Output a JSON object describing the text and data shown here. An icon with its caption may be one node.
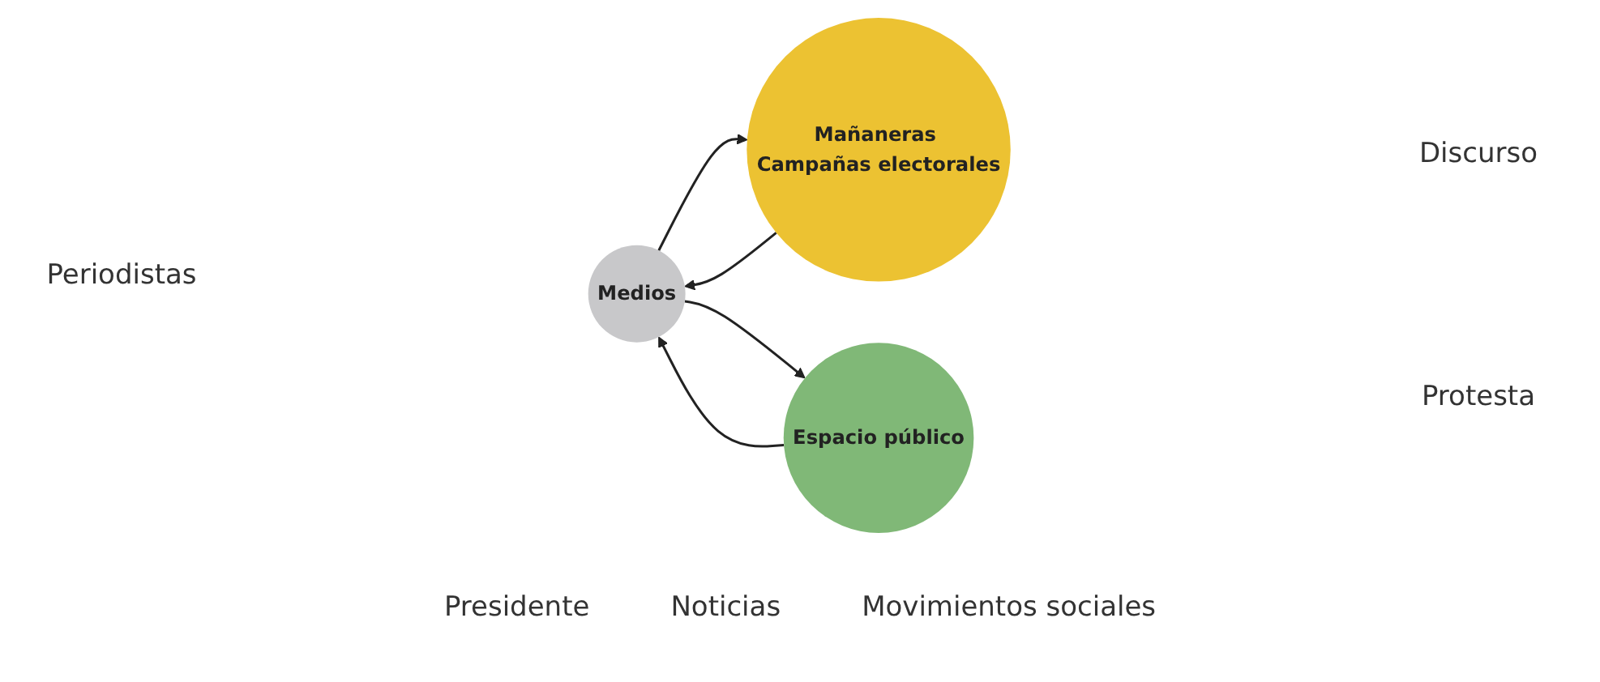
{
  "diagram": {
    "nodes": [
      {
        "text": [
          "Medios"
        ]
      },
      {
        "text": [
          "Mañaneras Campañas electorales"
        ]
      },
      {
        "text": [
          "Espacio público"
        ]
      }
    ],
    "edges": [
      {
        "from": 0,
        "to": 1,
        "arrow": "to"
      },
      {
        "from": 1,
        "to": 0,
        "arrow": "to"
      },
      {
        "from": 0,
        "to": 2,
        "arrow": "to"
      },
      {
        "from": 2,
        "to": 0,
        "arrow": "to"
      }
    ],
    "labels": [
      "Presidente",
      "Discurso",
      "Periodistas",
      "Noticias",
      "Protesta",
      "Movimientos sociales"
    ]
  }
}
